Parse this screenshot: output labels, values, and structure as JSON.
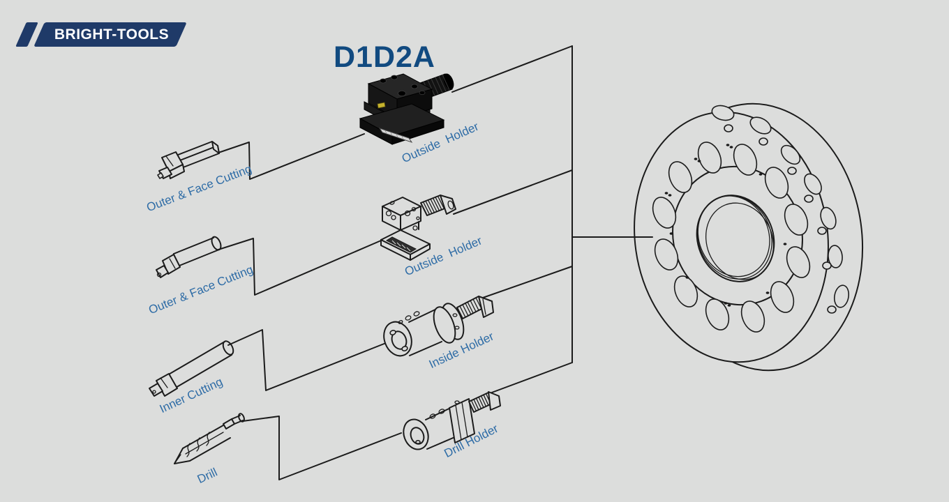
{
  "logo": {
    "text": "BRIGHT-TOOLS"
  },
  "title": {
    "text": "D1D2A"
  },
  "rows": [
    {
      "tool_label": "Outer & Face Cutting",
      "holder_label": "Outside Holder"
    },
    {
      "tool_label": "Outer & Face Cutting",
      "holder_label": "Outside Holder"
    },
    {
      "tool_label": "Inner Cutting",
      "holder_label": "Inside Holder"
    },
    {
      "tool_label": "Drill",
      "holder_label": "Drill Holder"
    }
  ],
  "colors": {
    "background": "#dcdddc",
    "line_art": "#1b1b1b",
    "label_blue": "#2e6ca6",
    "title_blue": "#114a80",
    "logo_navy": "#1f3a68",
    "logo_text": "#ffffff",
    "accent_yellow": "#c6b32e"
  }
}
